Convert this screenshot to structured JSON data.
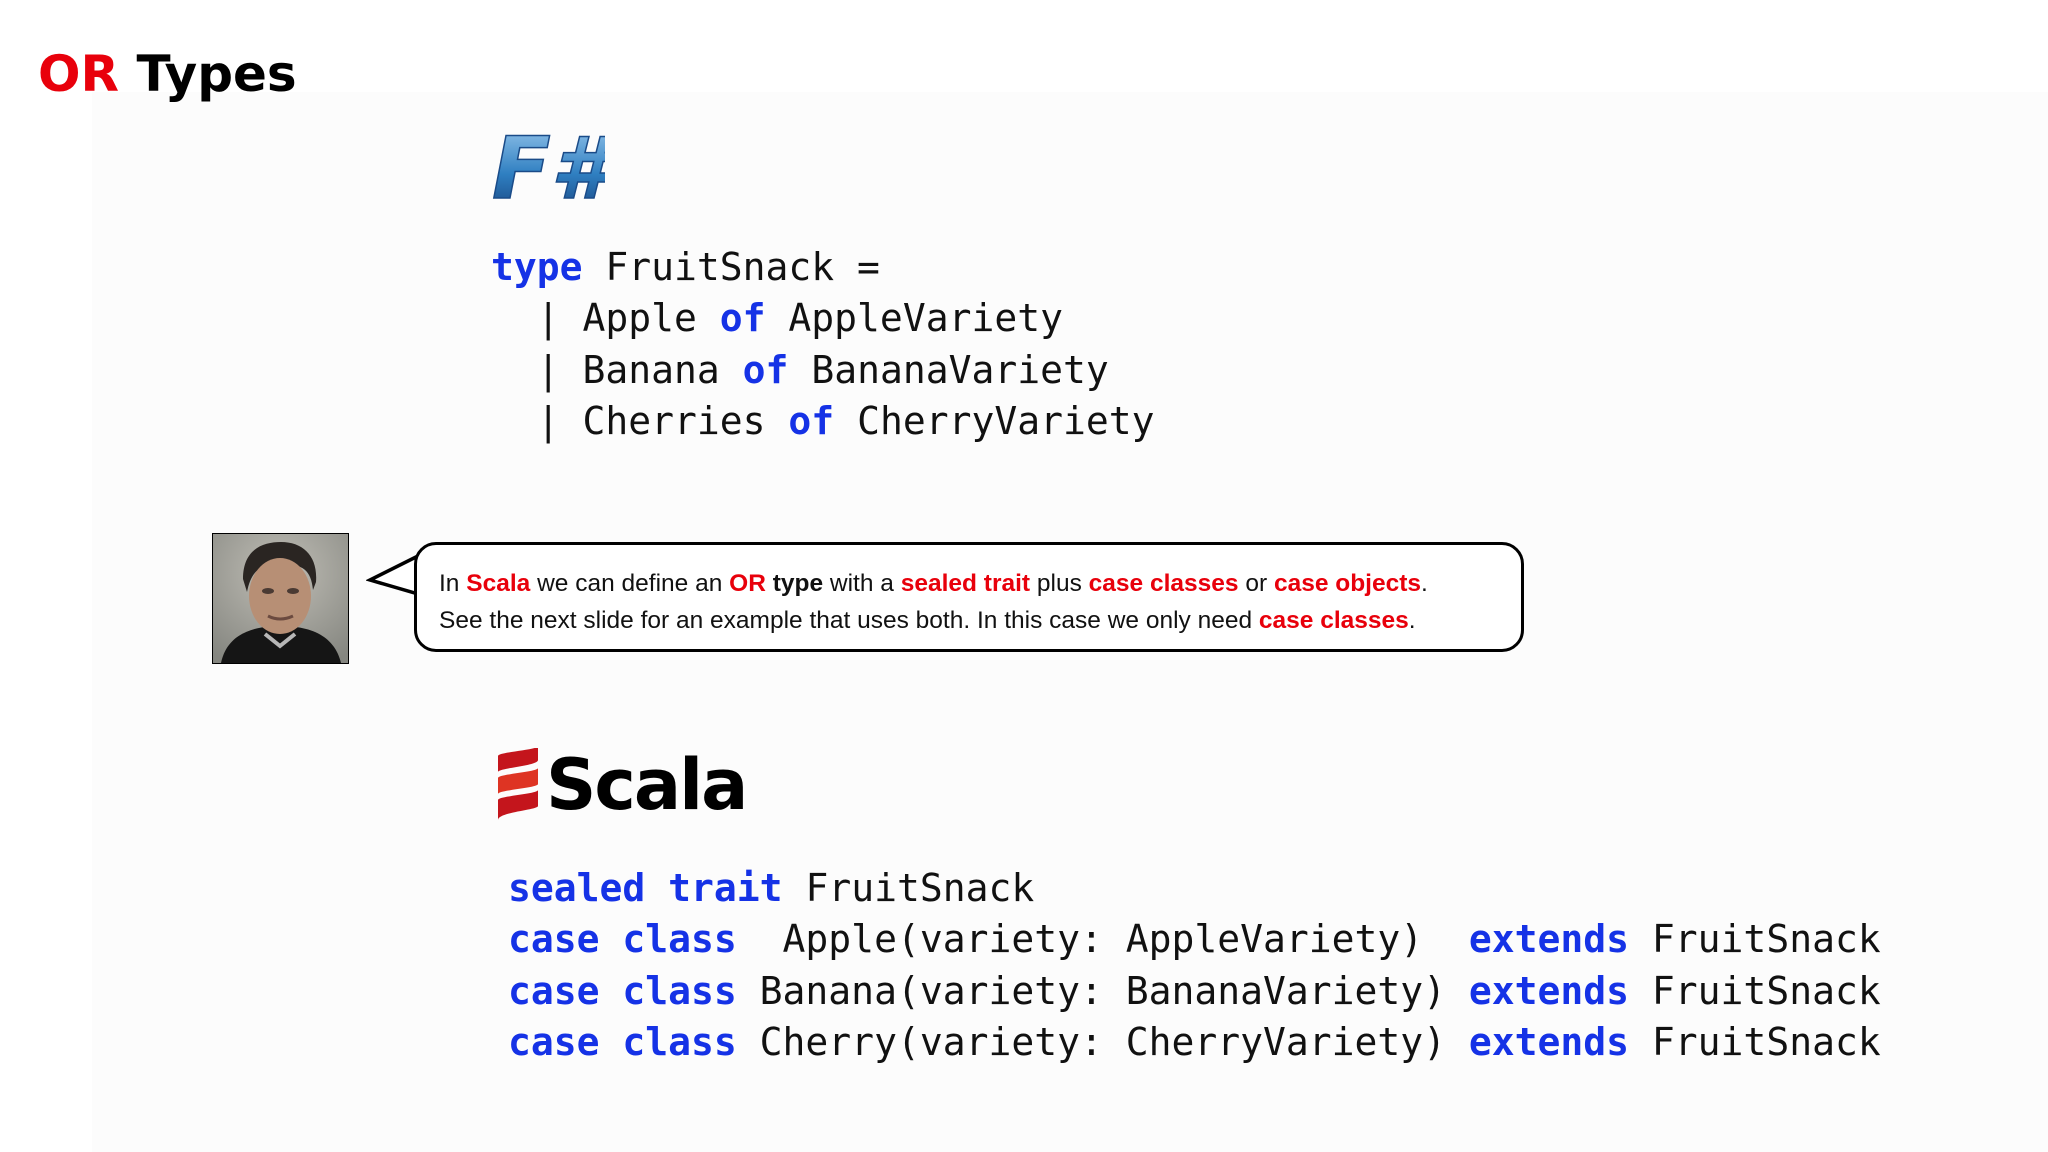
{
  "slide": {
    "title": {
      "accent": "OR",
      "rest": "Types"
    },
    "fsharp": {
      "logo_text": "F#",
      "code_lines": [
        [
          {
            "t": "type",
            "k": true
          },
          {
            "t": " FruitSnack ="
          }
        ],
        [
          {
            "t": "  | Apple "
          },
          {
            "t": "of",
            "k": true
          },
          {
            "t": " AppleVariety"
          }
        ],
        [
          {
            "t": "  | Banana "
          },
          {
            "t": "of",
            "k": true
          },
          {
            "t": " BananaVariety"
          }
        ],
        [
          {
            "t": "  | Cherries "
          },
          {
            "t": "of",
            "k": true
          },
          {
            "t": " CherryVariety"
          }
        ]
      ]
    },
    "speech": {
      "line1": [
        {
          "t": "In "
        },
        {
          "t": "Scala",
          "s": "hl"
        },
        {
          "t": " we can define an "
        },
        {
          "t": "OR",
          "s": "hl"
        },
        {
          "t": " "
        },
        {
          "t": "type",
          "s": "b"
        },
        {
          "t": " with a "
        },
        {
          "t": "sealed trait",
          "s": "hl"
        },
        {
          "t": " plus "
        },
        {
          "t": "case classes",
          "s": "hl"
        },
        {
          "t": " or "
        },
        {
          "t": "case objects",
          "s": "hl"
        },
        {
          "t": "."
        }
      ],
      "line2": [
        {
          "t": "See the next slide for an example that uses both. In this case we only need "
        },
        {
          "t": "case classes",
          "s": "hl"
        },
        {
          "t": "."
        }
      ]
    },
    "scala": {
      "logo_text": "Scala",
      "code_lines": [
        [
          {
            "t": "sealed",
            "k": true
          },
          {
            "t": " "
          },
          {
            "t": "trait",
            "k": true
          },
          {
            "t": " FruitSnack"
          }
        ],
        [
          {
            "t": "case",
            "k": true
          },
          {
            "t": " "
          },
          {
            "t": "class",
            "k": true
          },
          {
            "t": "  Apple(variety: AppleVariety)  "
          },
          {
            "t": "extends",
            "k": true
          },
          {
            "t": " FruitSnack"
          }
        ],
        [
          {
            "t": "case",
            "k": true
          },
          {
            "t": " "
          },
          {
            "t": "class",
            "k": true
          },
          {
            "t": " Banana(variety: BananaVariety) "
          },
          {
            "t": "extends",
            "k": true
          },
          {
            "t": " FruitSnack"
          }
        ],
        [
          {
            "t": "case",
            "k": true
          },
          {
            "t": " "
          },
          {
            "t": "class",
            "k": true
          },
          {
            "t": " Cherry(variety: CherryVariety) "
          },
          {
            "t": "extends",
            "k": true
          },
          {
            "t": " FruitSnack"
          }
        ]
      ]
    },
    "colors": {
      "accent_red": "#e8000b",
      "keyword_blue": "#1532e6",
      "fsharp_blue": "#2f7fc1"
    },
    "icons": {
      "fsharp": "fsharp-logo-icon",
      "scala": "scala-logo-icon",
      "avatar": "presenter-avatar"
    }
  }
}
